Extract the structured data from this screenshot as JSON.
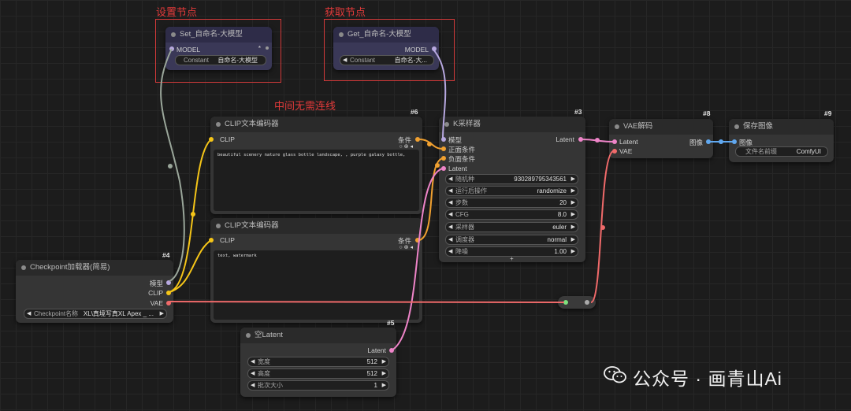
{
  "annotations": {
    "set_node": "设置节点",
    "get_node": "获取节点",
    "no_link": "中间无需连线"
  },
  "set_node": {
    "title": "Set_自命名-大模型",
    "input": "MODEL",
    "widget_label": "Constant",
    "widget_value": "自命名-大模型"
  },
  "get_node": {
    "title": "Get_自命名-大模型",
    "output": "MODEL",
    "widget_label": "Constant",
    "widget_value": "自命名-大..."
  },
  "clip1": {
    "id": "#6",
    "title": "CLIP文本编码器",
    "input": "CLIP",
    "output": "条件",
    "text": "beautiful scenery nature glass bottle landscape, , purple galaxy bottle,"
  },
  "clip2": {
    "title": "CLIP文本编码器",
    "input": "CLIP",
    "output": "条件",
    "text": "text, watermark"
  },
  "ksampler": {
    "id": "#3",
    "title": "K采样器",
    "inputs": [
      "模型",
      "正面条件",
      "负面条件",
      "Latent"
    ],
    "output": "Latent",
    "widgets": [
      {
        "label": "随机种",
        "value": "930289795343561"
      },
      {
        "label": "运行后操作",
        "value": "randomize"
      },
      {
        "label": "步数",
        "value": "20"
      },
      {
        "label": "CFG",
        "value": "8.0"
      },
      {
        "label": "采样器",
        "value": "euler"
      },
      {
        "label": "调度器",
        "value": "normal"
      },
      {
        "label": "降噪",
        "value": "1.00"
      }
    ]
  },
  "vae": {
    "id": "#8",
    "title": "VAE解码",
    "inputs": [
      "Latent",
      "VAE"
    ],
    "output": "图像"
  },
  "save": {
    "id": "#9",
    "title": "保存图像",
    "input": "图像",
    "widget_label": "文件名前缀",
    "widget_value": "ComfyUI"
  },
  "checkpoint": {
    "id": "#4",
    "title": "Checkpoint加载器(简易)",
    "outputs": [
      "模型",
      "CLIP",
      "VAE"
    ],
    "widget_label": "Checkpoint名称",
    "widget_value": "XL\\真境写真XL Apex _ ..."
  },
  "latent": {
    "id": "#5",
    "title": "空Latent",
    "output": "Latent",
    "widgets": [
      {
        "label": "宽度",
        "value": "512"
      },
      {
        "label": "高度",
        "value": "512"
      },
      {
        "label": "批次大小",
        "value": "1"
      }
    ]
  },
  "watermark": {
    "text": "公众号 · 画青山Ai",
    "icon": "wechat-icon"
  },
  "colors": {
    "model": "#b7a8e0",
    "clip": "#f5c518",
    "conditioning": "#f0a030",
    "latent": "#ee84c8",
    "vae": "#f06a6a",
    "image": "#60a8f0",
    "annotation": "#e23a3a"
  }
}
